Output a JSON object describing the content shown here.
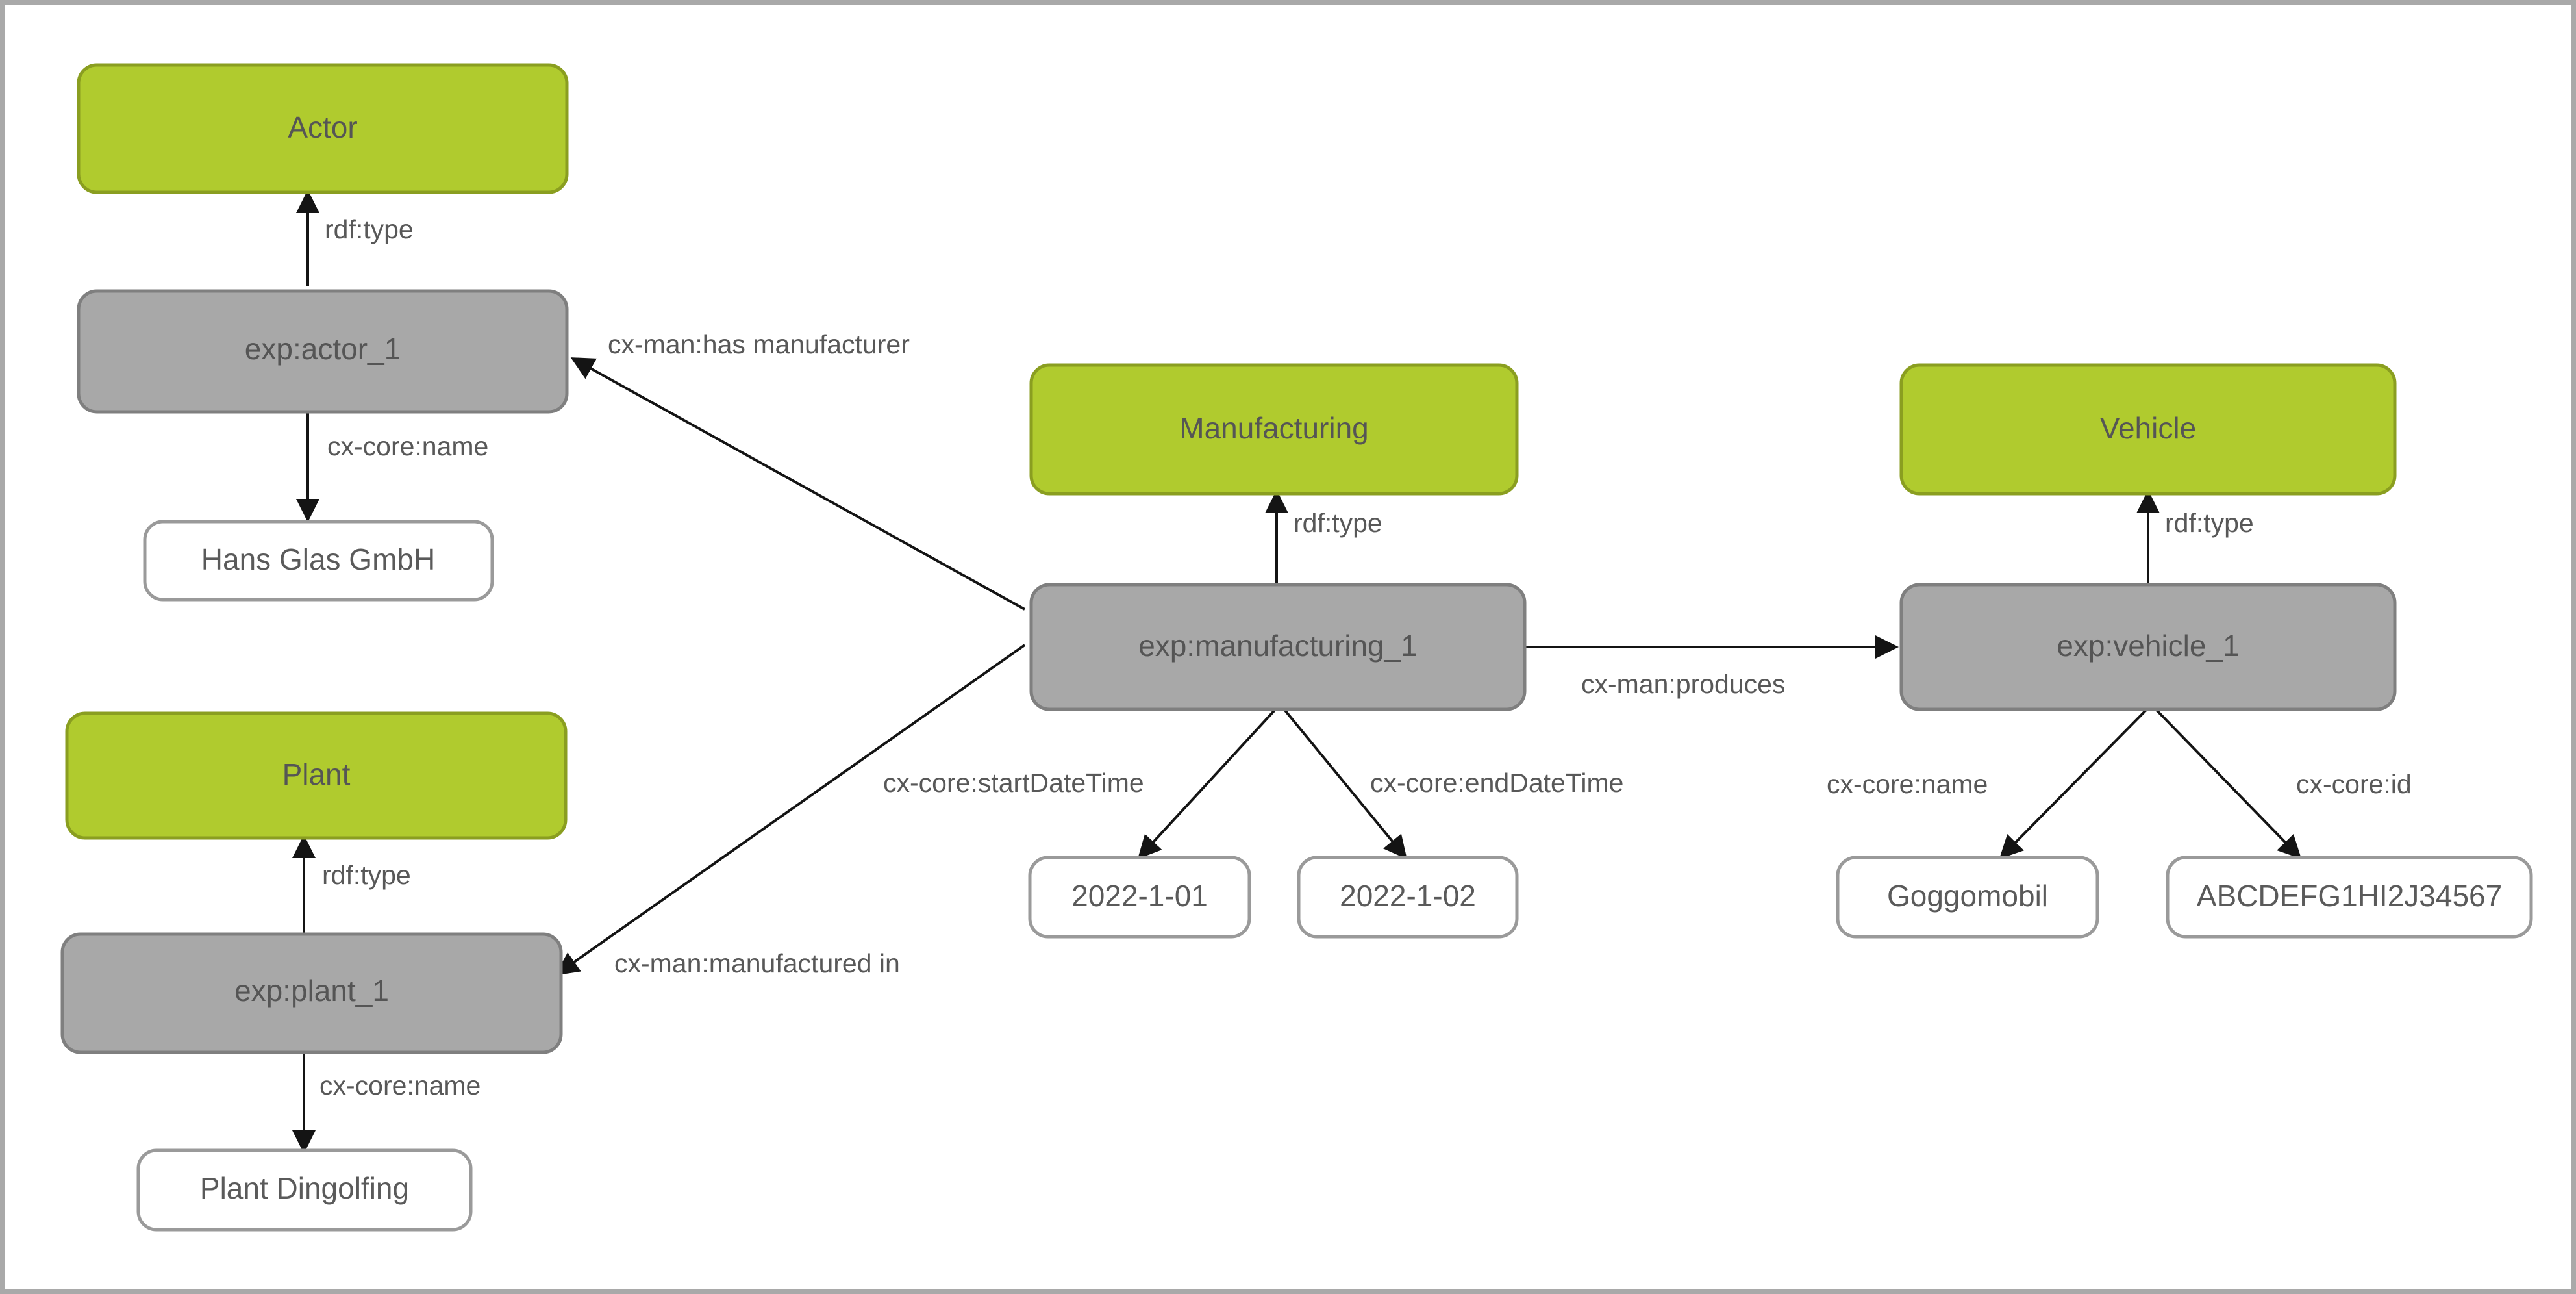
{
  "diagram": {
    "title": "RDF instance graph example",
    "type": "rdf-graph",
    "colors": {
      "class_fill": "#b0cb2e",
      "class_stroke": "#8a9e20",
      "instance_fill": "#a8a8a8",
      "instance_stroke": "#7f7f7f",
      "literal_fill": "#ffffff",
      "literal_stroke": "#9a9a9a",
      "text": "#555555",
      "edge": "#141414",
      "frame": "#a9a9a9",
      "background": "#ffffff"
    },
    "nodes": {
      "class_actor": "Actor",
      "class_plant": "Plant",
      "class_manufacturing": "Manufacturing",
      "class_vehicle": "Vehicle",
      "inst_actor": "exp:actor_1",
      "inst_plant": "exp:plant_1",
      "inst_manufacturing": "exp:manufacturing_1",
      "inst_vehicle": "exp:vehicle_1",
      "lit_actor_name": "Hans Glas GmbH",
      "lit_plant_name": "Plant Dingolfing",
      "lit_start_date": "2022-1-01",
      "lit_end_date": "2022-1-02",
      "lit_vehicle_name": "Goggomobil",
      "lit_vehicle_id": "ABCDEFG1HI2J34567"
    },
    "edges": {
      "actor_rdftype": "rdf:type",
      "plant_rdftype": "rdf:type",
      "manufacturing_rdftype": "rdf:type",
      "vehicle_rdftype": "rdf:type",
      "actor_name": "cx-core:name",
      "plant_name": "cx-core:name",
      "has_manufacturer": "cx-man:has manufacturer",
      "manufactured_in": "cx-man:manufactured in",
      "produces": "cx-man:produces",
      "start_date_time": "cx-core:startDateTime",
      "end_date_time": "cx-core:endDateTime",
      "vehicle_name": "cx-core:name",
      "vehicle_id": "cx-core:id"
    }
  }
}
